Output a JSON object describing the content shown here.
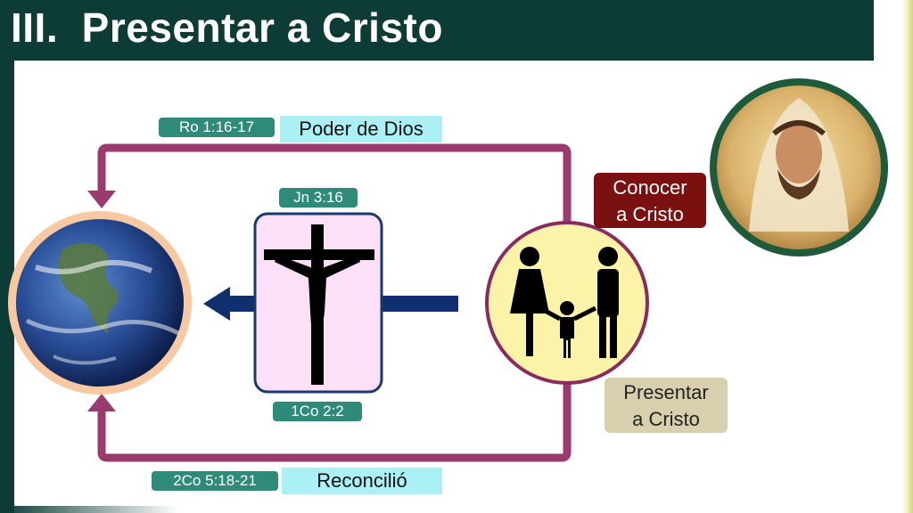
{
  "title": "III.  Presentar a Cristo",
  "top_reference": "Ro 1:16-17",
  "top_label": "Poder de Dios",
  "cross_top_reference": "Jn 3:16",
  "cross_bottom_reference": "1Co 2:2",
  "bottom_reference": "2Co 5:18-21",
  "bottom_label": "Reconcilió",
  "conocer_line1": "Conocer",
  "conocer_line2": "a Cristo",
  "presentar_line1": "Presentar",
  "presentar_line2": "a Cristo",
  "colors": {
    "header": "#0d3b36",
    "loop_arrow": "#9a3a6e",
    "center_arrow": "#0f2f6e",
    "reference_tag": "#2e8b7a",
    "label_cyan": "#aaf0f4",
    "conocer_box": "#7a1010",
    "presentar_box": "#d8cfae",
    "family_circle": "#fbf3a8",
    "cross_panel": "#fbe0f7"
  },
  "icons": [
    "earth-globe",
    "crucifix",
    "family",
    "jesus-portrait"
  ]
}
